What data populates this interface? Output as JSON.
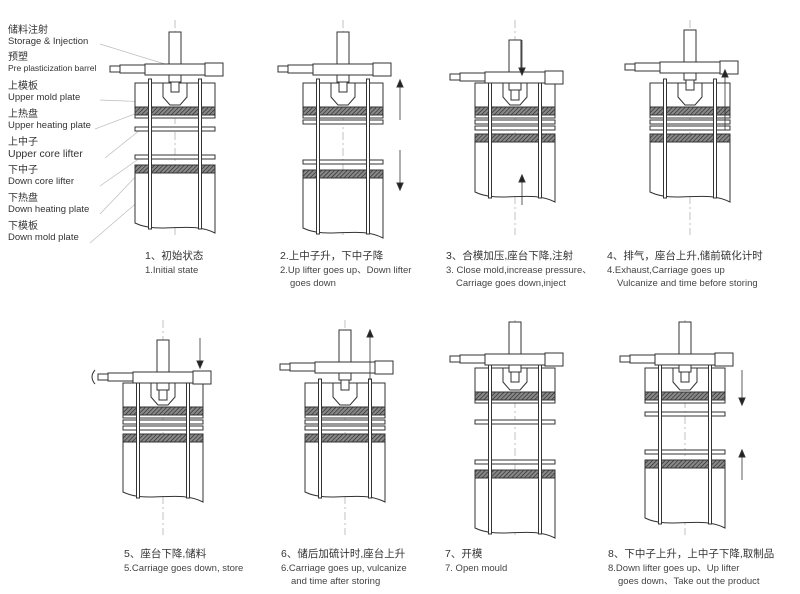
{
  "legend": [
    {
      "zh": "储料注射",
      "en": "Storage & Injection"
    },
    {
      "zh": "预塑",
      "en": "Pre plasticization barrel"
    },
    {
      "zh": "上模板",
      "en": "Upper mold plate"
    },
    {
      "zh": "上热盘",
      "en": "Upper heating plate"
    },
    {
      "zh": "上中子",
      "en": "Upper core lifter"
    },
    {
      "zh": "下中子",
      "en": "Down core lifter"
    },
    {
      "zh": "下热盘",
      "en": "Down heating plate"
    },
    {
      "zh": "下模板",
      "en": "Down mold plate"
    }
  ],
  "stages": [
    {
      "zh": "1、初始状态",
      "en": [
        "1.Initial state"
      ]
    },
    {
      "zh": "2.上中子升，下中子降",
      "en": [
        "2.Up lifter goes up、Down lifter",
        "goes down"
      ]
    },
    {
      "zh": "3、合模加压,座台下降,注射",
      "en": [
        "3.  Close mold,increase pressure、",
        "Carriage goes down,inject"
      ]
    },
    {
      "zh": "4、排气，座台上升,储前硫化计时",
      "en": [
        "4.Exhaust,Carriage goes up",
        "Vulcanize and time before storing"
      ]
    },
    {
      "zh": "5、座台下降,储料",
      "en": [
        "5.Carriage goes down, store"
      ]
    },
    {
      "zh": "6、储后加硫计时,座台上升",
      "en": [
        "6.Carriage goes up, vulcanize",
        "and time after storing"
      ]
    },
    {
      "zh": "7、开模",
      "en": [
        "7. Open mould"
      ]
    },
    {
      "zh": "8、下中子上升，上中子下降,取制品",
      "en": [
        "8.Down lifter goes up、Up lifter",
        "goes down、Take out the product"
      ]
    }
  ]
}
